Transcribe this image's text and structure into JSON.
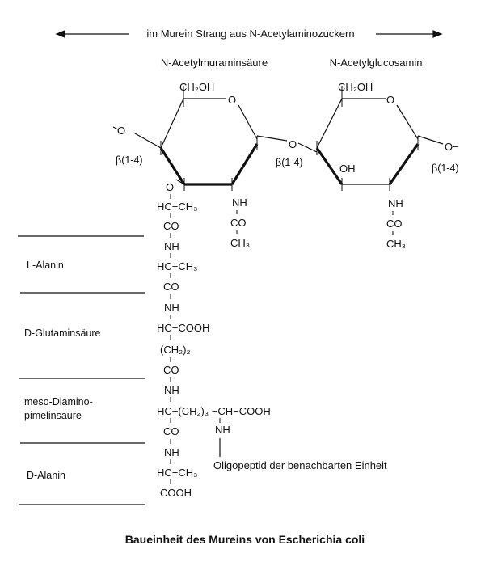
{
  "header": {
    "strand_label": "im Murein Strang aus N-Acetylaminozuckern"
  },
  "sugars": {
    "murnac": {
      "name": "N-Acetylmuraminsäure",
      "ch2oh": "CH₂OH",
      "ring_o": "O",
      "left_o": "O",
      "left_link": "β(1-4)",
      "ether_o": "O",
      "nh": "NH",
      "co": "CO",
      "ch3": "CH₃",
      "lactyl_hc": "HC−CH₃",
      "lactyl_co": "CO"
    },
    "glycosidic_o": "O",
    "middle_link": "β(1-4)",
    "glcnac": {
      "name": "N-Acetylglucosamin",
      "ch2oh": "CH₂OH",
      "ring_o": "O",
      "oh": "OH",
      "nh": "NH",
      "co": "CO",
      "ch3": "CH₃",
      "right_o": "O−",
      "right_link": "β(1-4)"
    }
  },
  "peptide": {
    "residues": [
      {
        "name": "L-Alanin"
      },
      {
        "name": "D-Glutaminsäure"
      },
      {
        "name_line1": "meso-Diamino-",
        "name_line2": "pimelinsäure"
      },
      {
        "name": "D-Alanin"
      }
    ],
    "chain": {
      "ala1_nh": "NH",
      "ala1_hc": "HC−CH₃",
      "ala1_co": "CO",
      "glu_nh": "NH",
      "glu_hc": "HC−COOH",
      "glu_ch2": "(CH₂)₂",
      "glu_co": "CO",
      "dap_nh": "NH",
      "dap_hc": "HC−(CH₂)₃ −CH−COOH",
      "dap_co": "CO",
      "dap_branch_nh": "NH",
      "ala2_nh": "NH",
      "ala2_hc": "HC−CH₃",
      "ala2_cooh": "COOH"
    },
    "crosslink_label": "Oligopeptid der benachbarten Einheit"
  },
  "caption": "Baueinheit des Mureins von Escherichia coli"
}
